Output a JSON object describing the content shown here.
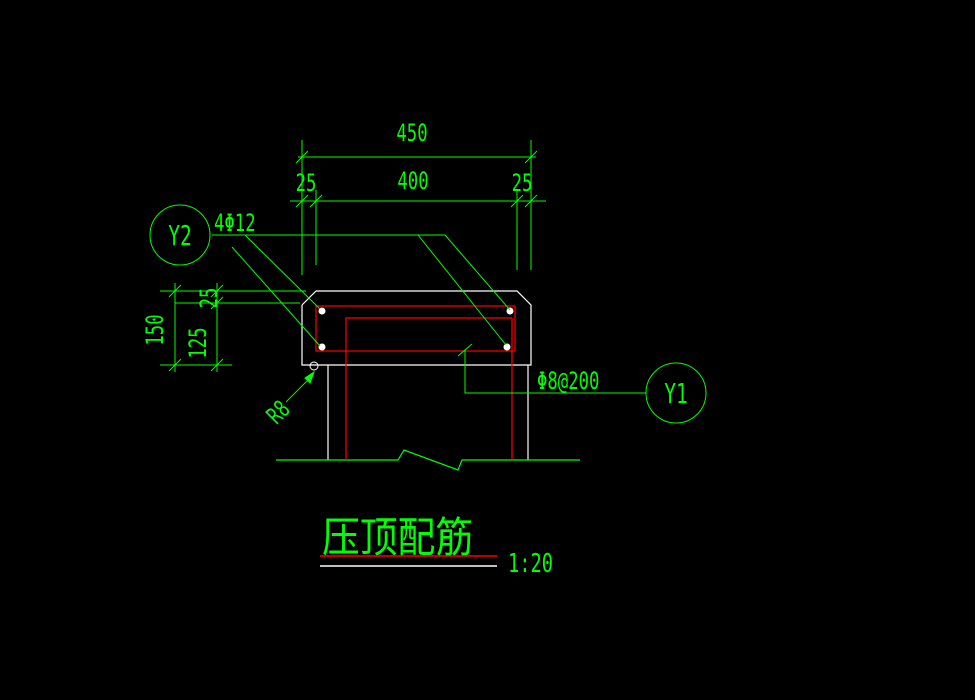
{
  "colors": {
    "background": "#000000",
    "dimension": "#00ff00",
    "outline": "#ffffff",
    "rebar": "#ff0000",
    "title": "#00ff00"
  },
  "dimensions": {
    "total_width": "450",
    "cover_left": "25",
    "inner_width": "400",
    "cover_right": "25",
    "total_height": "150",
    "inner_height": "125",
    "cover_top": "25"
  },
  "callouts": {
    "main_rebar_tag": "Y2",
    "main_rebar_spec": "4Φ12",
    "stirrup_tag": "Y1",
    "stirrup_spec": "Φ8@200",
    "fillet_radius": "R8"
  },
  "title": {
    "text": "压顶配筋",
    "scale": "1:20"
  }
}
